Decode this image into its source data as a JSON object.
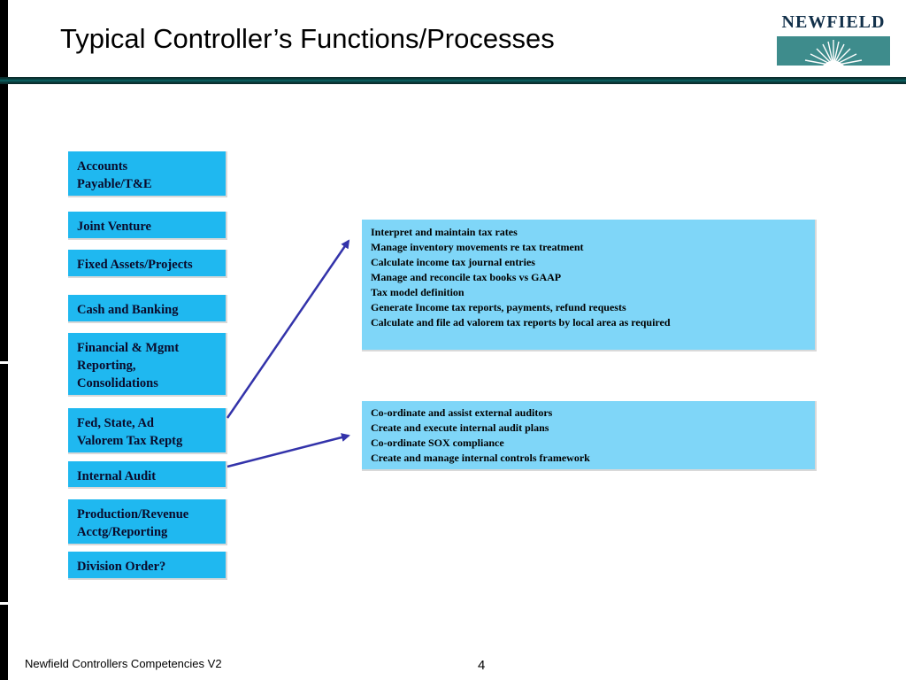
{
  "slide": {
    "title": "Typical Controller’s Functions/Processes",
    "logo_text": "NEWFIELD",
    "footer": "Newfield Controllers Competencies V2",
    "page_number": "4"
  },
  "functions": [
    {
      "lines": [
        "Accounts",
        "Payable/T&E"
      ]
    },
    {
      "lines": [
        "Joint Venture"
      ]
    },
    {
      "lines": [
        "Fixed Assets/Projects"
      ]
    },
    {
      "lines": [
        "Cash and Banking"
      ]
    },
    {
      "lines": [
        "Financial & Mgmt",
        "Reporting,",
        "Consolidations"
      ]
    },
    {
      "lines": [
        "Fed, State, Ad",
        "Valorem Tax Reptg"
      ]
    },
    {
      "lines": [
        "Internal Audit"
      ]
    },
    {
      "lines": [
        "Production/Revenue",
        "Acctg/Reporting"
      ]
    },
    {
      "lines": [
        "Division Order?"
      ]
    }
  ],
  "details": {
    "tax": [
      "Interpret and maintain tax rates",
      "Manage inventory movements re tax treatment",
      "Calculate income tax journal entries",
      "Manage and reconcile tax books vs GAAP",
      "Tax model definition",
      "Generate Income tax reports, payments, refund requests",
      "Calculate and file ad valorem tax reports by local area as required"
    ],
    "audit": [
      "Co-ordinate and assist external auditors",
      "Create and execute internal audit plans",
      "Co-ordinate SOX compliance",
      "Create and manage internal controls framework"
    ]
  },
  "colors": {
    "function_box": "#1fb8f0",
    "detail_box": "#7fd6f8",
    "arrow": "#3333aa",
    "header_rule": "#0b4a4a",
    "logo_teal": "#3e8c8c"
  }
}
